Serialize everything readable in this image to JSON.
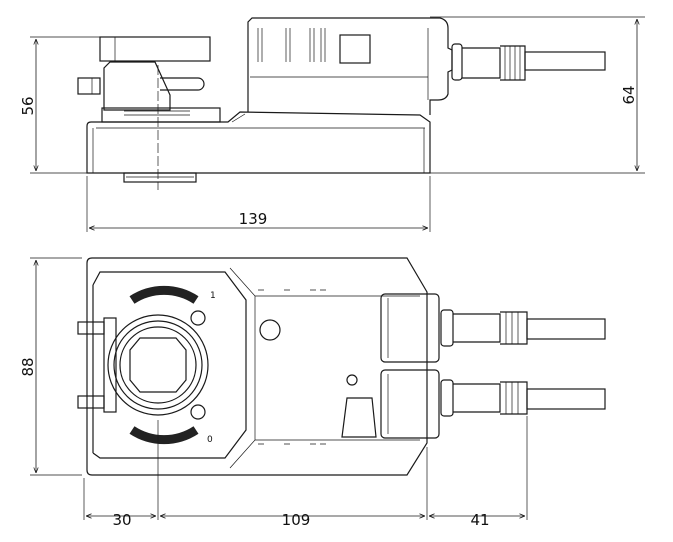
{
  "dimensions": {
    "side_height_left": "56",
    "side_height_right": "64",
    "side_length": "139",
    "bottom_width": "88",
    "bottom_offset": "30",
    "bottom_body": "109",
    "bottom_cable": "41"
  },
  "dial": {
    "mark_top": "1",
    "mark_bottom": "0"
  }
}
